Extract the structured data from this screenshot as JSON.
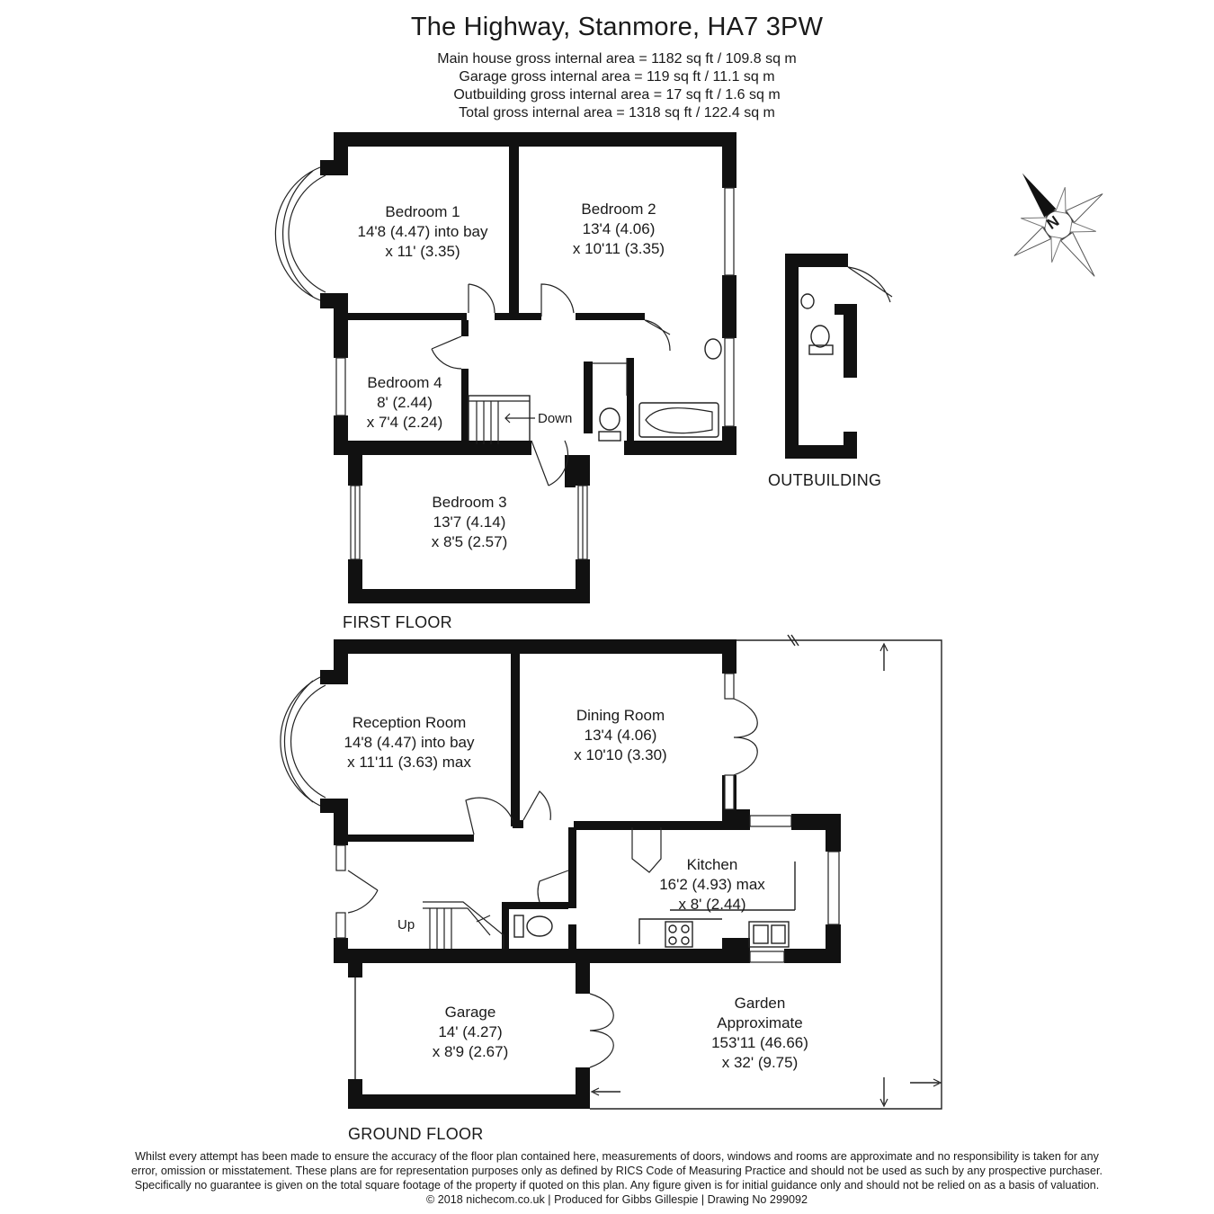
{
  "header": {
    "title": "The Highway, Stanmore, HA7 3PW",
    "areas": [
      "Main house gross internal area =  1182 sq ft / 109.8 sq m",
      "Garage gross internal area = 119 sq ft / 11.1 sq m",
      "Outbuilding gross internal area = 17 sq ft / 1.6 sq m",
      "Total gross internal area =  1318 sq ft / 122.4 sq m"
    ]
  },
  "compass": {
    "letter": "N"
  },
  "first_floor": {
    "label": "FIRST FLOOR",
    "stairs_label": "Down",
    "rooms": {
      "bedroom1": [
        "Bedroom 1",
        "14'8 (4.47) into bay",
        "x 11' (3.35)"
      ],
      "bedroom2": [
        "Bedroom 2",
        "13'4 (4.06)",
        "x 10'11 (3.35)"
      ],
      "bedroom3": [
        "Bedroom 3",
        "13'7 (4.14)",
        "x 8'5 (2.57)"
      ],
      "bedroom4": [
        "Bedroom 4",
        "8' (2.44)",
        "x 7'4 (2.24)"
      ]
    }
  },
  "outbuilding": {
    "label": "OUTBUILDING"
  },
  "ground_floor": {
    "label": "GROUND FLOOR",
    "stairs_label": "Up",
    "rooms": {
      "reception": [
        "Reception Room",
        "14'8 (4.47) into bay",
        "x 11'11 (3.63) max"
      ],
      "dining": [
        "Dining Room",
        "13'4 (4.06)",
        "x 10'10 (3.30)"
      ],
      "kitchen": [
        "Kitchen",
        "16'2 (4.93) max",
        "x 8' (2.44)"
      ],
      "garage": [
        "Garage",
        "14' (4.27)",
        "x 8'9 (2.67)"
      ],
      "garden": [
        "Garden",
        "Approximate",
        "153'11 (46.66)",
        "x 32' (9.75)"
      ]
    }
  },
  "disclaimer": [
    "Whilst every attempt has been made to ensure the accuracy of the floor plan contained here, measurements of doors, windows and rooms are approximate and no responsibility is taken for any",
    "error, omission or misstatement. These plans are for representation purposes only as defined by RICS Code of Measuring Practice and should not be used as such by any prospective purchaser.",
    "Specifically no guarantee is given on the total square footage of the property if quoted on this plan. Any figure given is for initial guidance only and should not be relied on as a basis of valuation.",
    "© 2018 nichecom.co.uk  |  Produced for Gibbs Gillespie  |  Drawing No 299092"
  ]
}
